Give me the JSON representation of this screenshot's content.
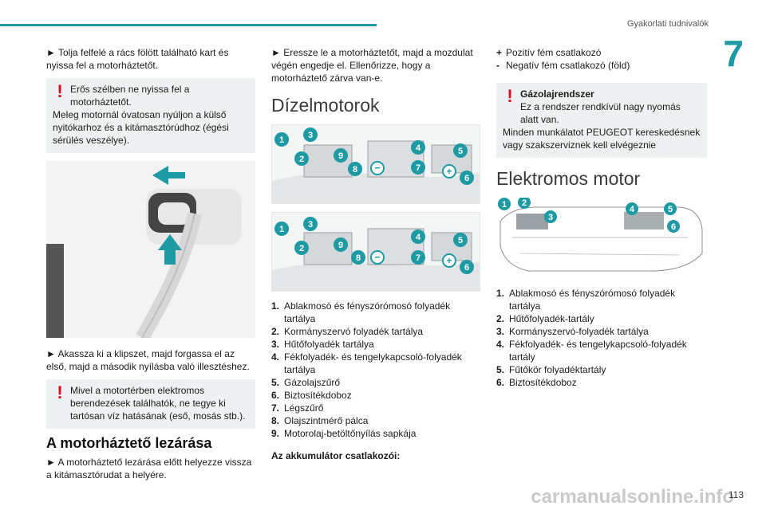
{
  "header": {
    "title": "Gyakorlati tudnivalók",
    "chapter": "7"
  },
  "col1": {
    "p1": "► Tolja felfelé a rács fölött található kart és nyissa fel a motorháztetőt.",
    "warn1_line1": "Erős szélben ne nyissa fel a motorháztetőt.",
    "warn1_line2": "Meleg motornál óvatosan nyúljon a külső nyitókarhoz és a kitámasztórúdhoz (égési sérülés veszélye).",
    "p2": "► Akassza ki a klipszet, majd forgassa el az első, majd a második nyílásba való illesztéshez.",
    "warn2": "Mivel a motortérben elektromos berendezések találhatók, ne tegye ki tartósan víz hatásának (eső, mosás stb.).",
    "heading": "A motorháztető lezárása",
    "p3": "► A motorháztető lezárása előtt helyezze vissza a kitámasztórudat a helyére."
  },
  "col2": {
    "p1": "► Eressze le a motorháztetőt, majd a mozdulat végén engedje el. Ellenőrizze, hogy a motorháztető zárva van-e.",
    "heading": "Dízelmotorok",
    "diagram_badges": [
      "1",
      "2",
      "3",
      "9",
      "8",
      "4",
      "7",
      "5",
      "6"
    ],
    "legend": [
      {
        "n": "1.",
        "t": "Ablakmosó és fényszórómosó folyadék tartálya"
      },
      {
        "n": "2.",
        "t": "Kormányszervó folyadék tartálya"
      },
      {
        "n": "3.",
        "t": "Hűtőfolyadék tartálya"
      },
      {
        "n": "4.",
        "t": "Fékfolyadék- és tengelykapcsoló-folyadék tartálya"
      },
      {
        "n": "5.",
        "t": "Gázolajszűrő"
      },
      {
        "n": "6.",
        "t": "Biztosítékdoboz"
      },
      {
        "n": "7.",
        "t": "Légszűrő"
      },
      {
        "n": "8.",
        "t": "Olajszintmérő pálca"
      },
      {
        "n": "9.",
        "t": "Motorolaj-betöltőnyílás sapkája"
      }
    ],
    "battery_heading": "Az akkumulátor csatlakozói:"
  },
  "col3": {
    "plus_sign": "+",
    "plus": "Pozitív fém csatlakozó",
    "minus_sign": "-",
    "minus": "Negatív fém csatlakozó (föld)",
    "warn_title": "Gázolajrendszer",
    "warn_line1": "Ez a rendszer rendkívül nagy nyomás alatt van.",
    "warn_line2": "Minden munkálatot PEUGEOT kereskedésnek vagy szakszerviznek kell elvégeznie",
    "heading": "Elektromos motor",
    "legend": [
      {
        "n": "1.",
        "t": "Ablakmosó és fényszórómosó folyadék tartálya"
      },
      {
        "n": "2.",
        "t": "Hűtőfolyadék-tartály"
      },
      {
        "n": "3.",
        "t": "Kormányszervó-folyadék tartálya"
      },
      {
        "n": "4.",
        "t": "Fékfolyadék- és tengelykapcsoló-folyadék tartály"
      },
      {
        "n": "5.",
        "t": "Fűtőkör folyadéktartály"
      },
      {
        "n": "6.",
        "t": "Biztosítékdoboz"
      }
    ],
    "diagram_badges": [
      "1",
      "2",
      "3",
      "4",
      "5",
      "6"
    ]
  },
  "footer": {
    "page": "113",
    "watermark": "carmanualsonline.info"
  },
  "colors": {
    "accent": "#1d9aa3",
    "warning": "#e2001a",
    "box_bg": "#eef1f2"
  }
}
